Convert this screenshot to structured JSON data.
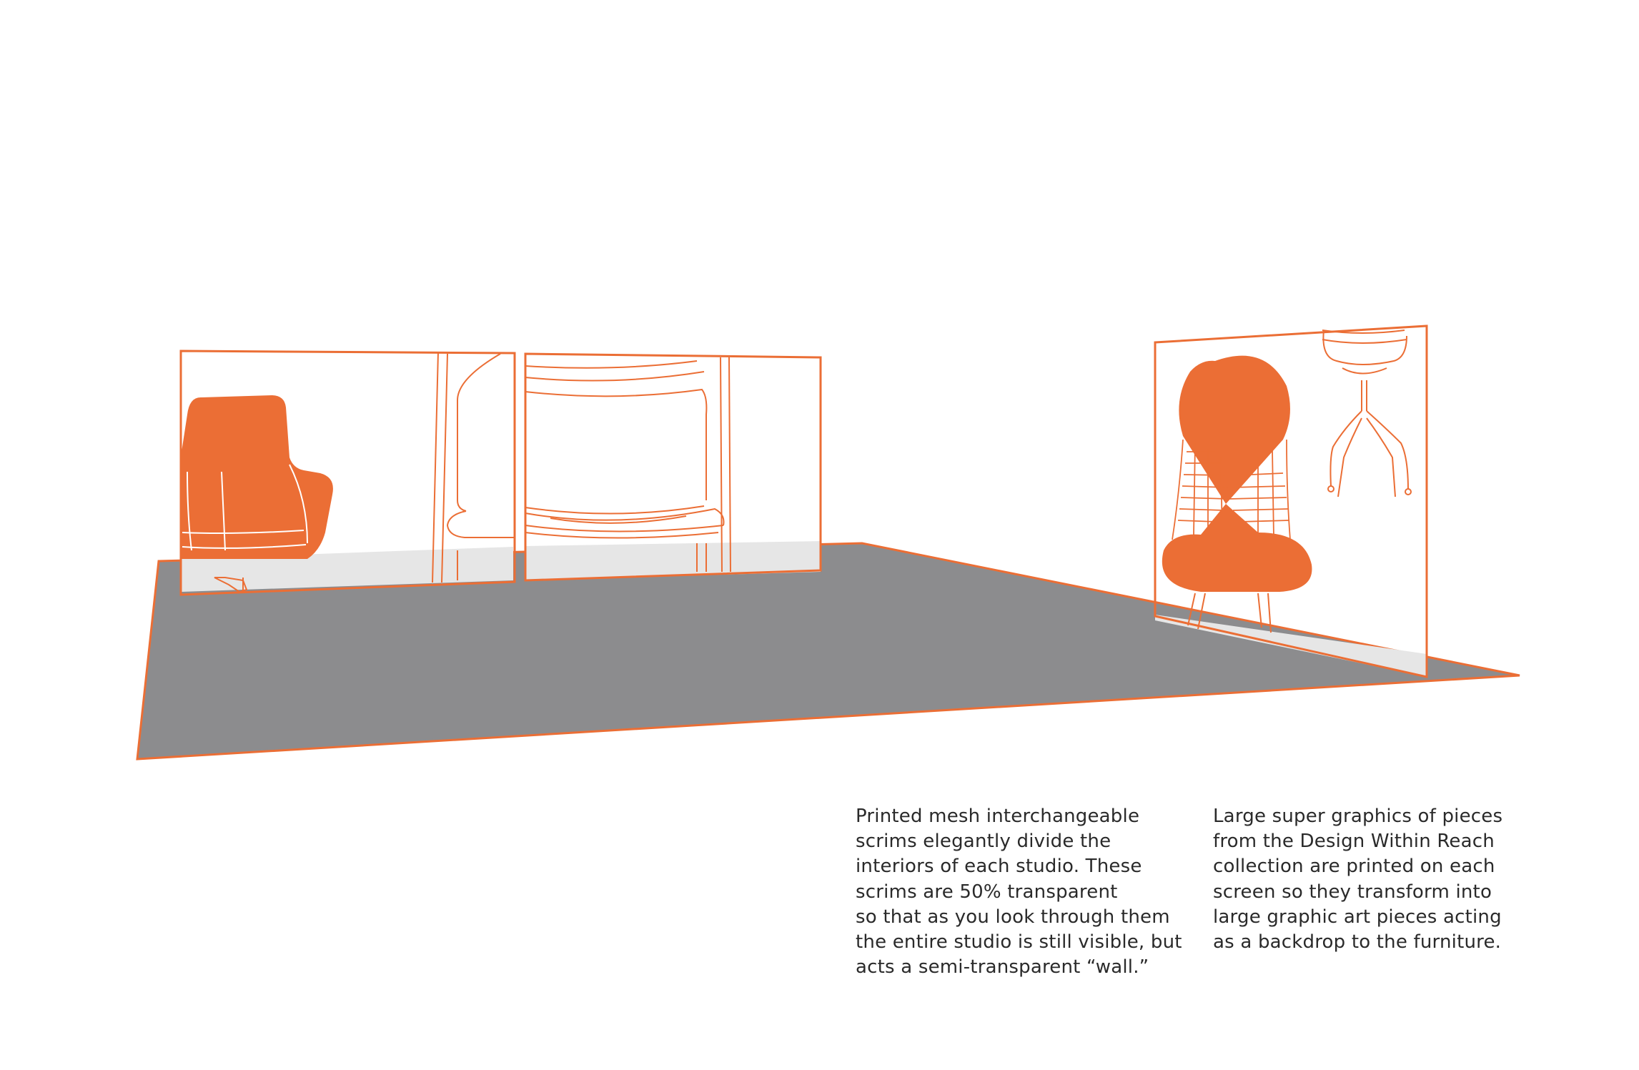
{
  "colors": {
    "accent": "#eb6e35",
    "floor": "#8c8c8e",
    "floor_strip": "#e6e6e6",
    "text": "#2a2a2a",
    "background": "#ffffff"
  },
  "captions": {
    "left": {
      "lines": [
        "Printed mesh interchangeable",
        "scrims elegantly divide the",
        "interiors of each studio. These",
        "scrims are 50% transparent",
        "so that as you look through them",
        "the entire studio is still visible, but",
        "acts a semi-transparent “wall.”"
      ]
    },
    "right": {
      "lines": [
        "Large super graphics of pieces",
        "from the Design Within Reach",
        "collection are printed on each",
        "screen so they transform into",
        "large graphic art pieces acting",
        "as a backdrop to the furniture."
      ]
    }
  }
}
